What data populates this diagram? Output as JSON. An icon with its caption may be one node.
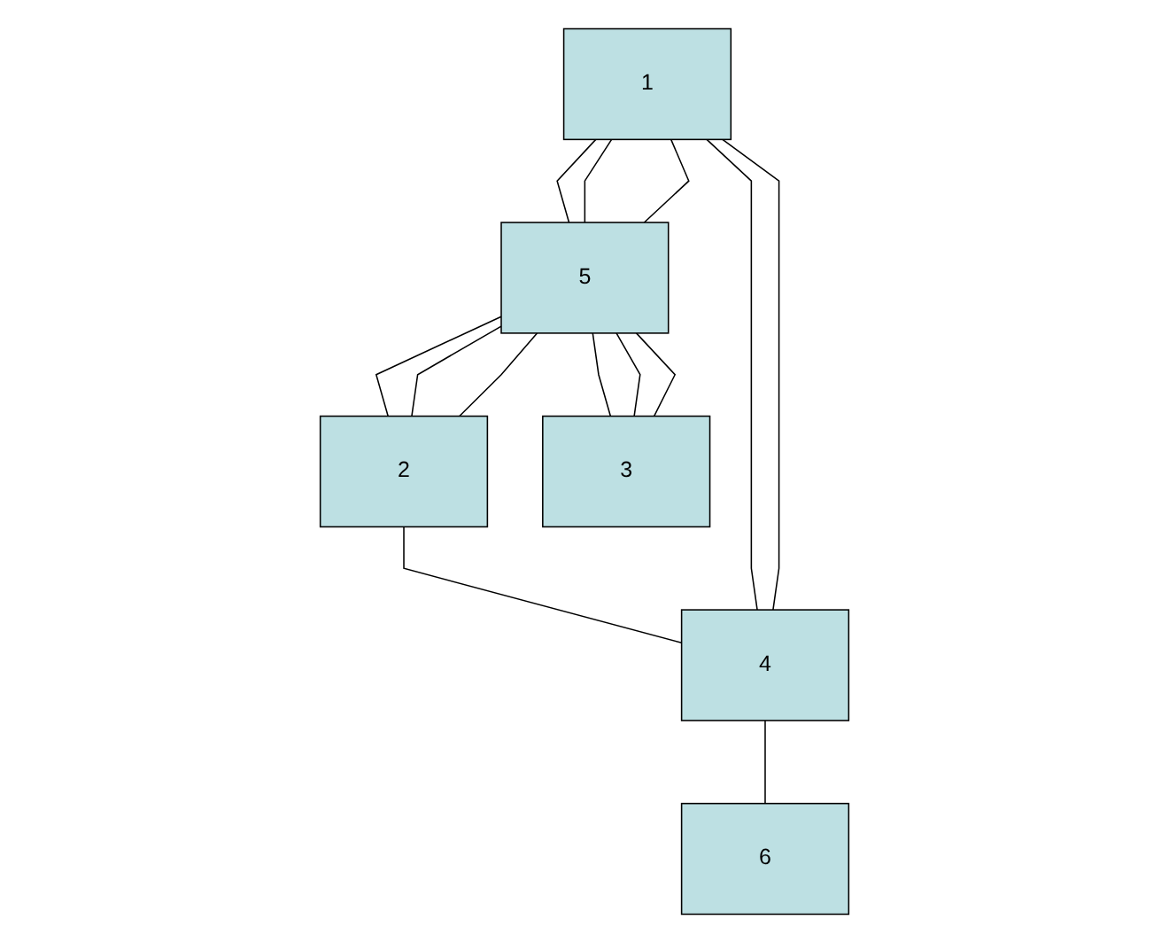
{
  "diagram": {
    "nodes": [
      {
        "text": [
          "1"
        ]
      },
      {
        "text": [
          "5"
        ]
      },
      {
        "text": [
          "2"
        ]
      },
      {
        "text": [
          "3"
        ]
      },
      {
        "text": [
          "4"
        ]
      },
      {
        "text": [
          "6"
        ]
      }
    ],
    "edges": [
      {
        "from": 0,
        "to": 1,
        "arrow": "none"
      },
      {
        "from": 0,
        "to": 1,
        "arrow": "none"
      },
      {
        "from": 0,
        "to": 1,
        "arrow": "none"
      },
      {
        "from": 0,
        "to": 4,
        "arrow": "none"
      },
      {
        "from": 0,
        "to": 4,
        "arrow": "none"
      },
      {
        "from": 1,
        "to": 2,
        "arrow": "none"
      },
      {
        "from": 1,
        "to": 2,
        "arrow": "none"
      },
      {
        "from": 1,
        "to": 2,
        "arrow": "none"
      },
      {
        "from": 1,
        "to": 3,
        "arrow": "none"
      },
      {
        "from": 1,
        "to": 3,
        "arrow": "none"
      },
      {
        "from": 1,
        "to": 3,
        "arrow": "none"
      },
      {
        "from": 2,
        "to": 4,
        "arrow": "none"
      },
      {
        "from": 4,
        "to": 5,
        "arrow": "none"
      }
    ]
  }
}
